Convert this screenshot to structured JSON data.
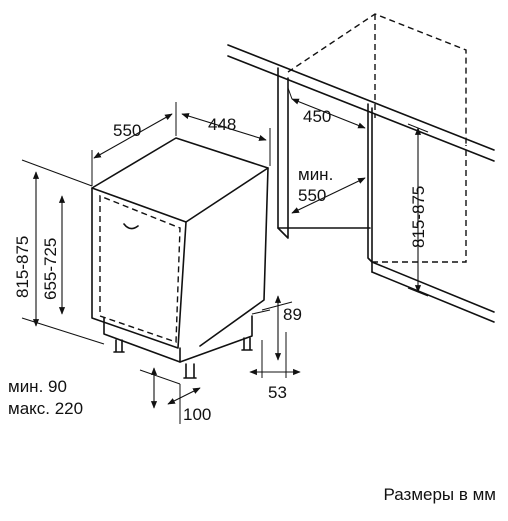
{
  "dimensions": {
    "depth": "550",
    "width": "448",
    "niche_depth": "450",
    "niche_min_label": "мин.",
    "niche_min_value": "550",
    "niche_height": "815-875",
    "total_height": "815-875",
    "door_height": "655-725",
    "plinth_height": "89",
    "plinth_depth": "53",
    "foot_min": "мин. 90",
    "foot_max": "макс. 220",
    "foot_offset": "100"
  },
  "footer": {
    "units_note": "Размеры в мм"
  }
}
